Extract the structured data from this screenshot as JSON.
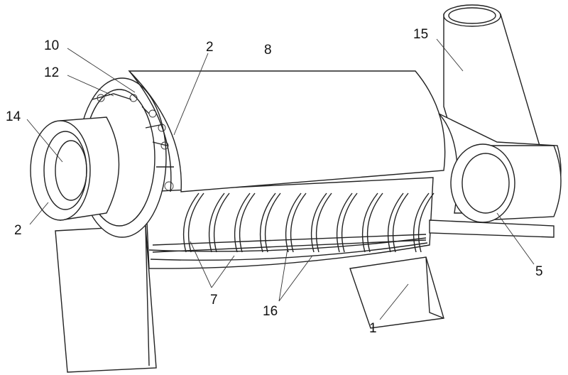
{
  "figure": {
    "labels": {
      "l10": "10",
      "l12": "12",
      "l14": "14",
      "l2a": "2",
      "l8": "8",
      "l15": "15",
      "l2b": "2",
      "l5": "5",
      "l7": "7",
      "l16": "16",
      "l1": "1"
    },
    "line_color": "#222222",
    "background": "#ffffff"
  }
}
